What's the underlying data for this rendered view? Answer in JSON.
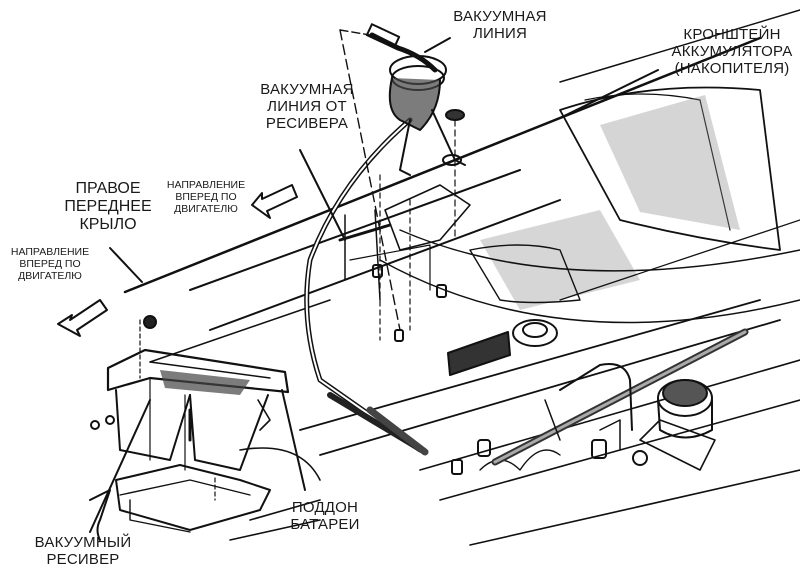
{
  "figure": {
    "description": "Battery tray and vacuum reservoir removal diagram (right front fender area)",
    "colors": {
      "line": "#111111",
      "background": "#ffffff",
      "shading": "#555555"
    }
  },
  "labels": {
    "vacuum_line": "ВАКУУМНАЯ\nЛИНИЯ",
    "battery_bracket": "КРОНШТЕЙН\nАККУМУЛЯТОРА\n(НАКОПИТЕЛЯ)",
    "vacuum_line_from_reservoir": "ВАКУУМНАЯ\nЛИНИЯ ОТ\nРЕСИВЕРА",
    "right_front_fender": "ПРАВОЕ\nПЕРЕДНЕЕ\nКРЫЛО",
    "forward_direction_upper": "НАПРАВЛЕНИЕ\nВПЕРЕД ПО\nДВИГАТЕЛЮ",
    "forward_direction_left": "НАПРАВЛЕНИЕ\nВПЕРЕД ПО\nДВИГАТЕЛЮ",
    "battery_tray": "ПОДДОН\nБАТАРЕИ",
    "vacuum_reservoir": "ВАКУУМНЫЙ\nРЕСИВЕР"
  },
  "arrows": {
    "forward_direction_upper": "arrow-left-outline",
    "forward_direction_left": "arrow-down-left-outline"
  }
}
